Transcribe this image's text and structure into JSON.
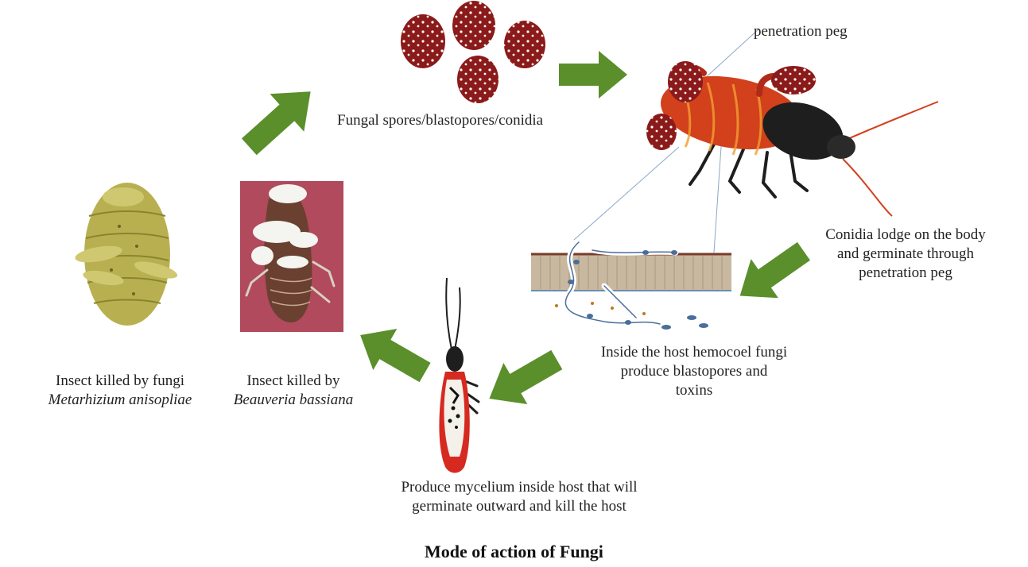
{
  "title": "Mode of action of Fungi",
  "labels": {
    "spores": "Fungal spores/blastopores/conidia",
    "penetration_peg": "penetration peg",
    "conidia_lodge": [
      "Conidia lodge on the body",
      "and germinate through",
      "penetration peg"
    ],
    "hemocoel": [
      "Inside the host hemocoel fungi",
      "produce blastopores  and",
      "toxins"
    ],
    "mycelium": [
      "Produce mycelium inside host that will",
      "germinate outward and kill the host"
    ],
    "beauveria": {
      "line1": "Insect killed by",
      "species": "Beauveria bassiana"
    },
    "metarhizium": {
      "line1": "Insect killed by fungi",
      "species": "Metarhizium anisopliae"
    }
  },
  "icons": {
    "arrow": "green-arrow-icon",
    "spore": "spore-icon",
    "cockroach": "cockroach-icon",
    "tissue": "cuticle-cross-section-icon",
    "dying_insect": "infected-insect-icon",
    "beauveria_insect": "beauveria-infected-insect-icon",
    "metarhizium_insect": "metarhizium-infected-insect-icon"
  },
  "colors": {
    "arrow": "#5a8f2c",
    "spore": "#8b1a1a",
    "cockroach_abdomen": "#d2401c",
    "cockroach_body": "#1e1e1e",
    "tissue": "#c8b8a0",
    "photo_background": "#b04a5c"
  }
}
